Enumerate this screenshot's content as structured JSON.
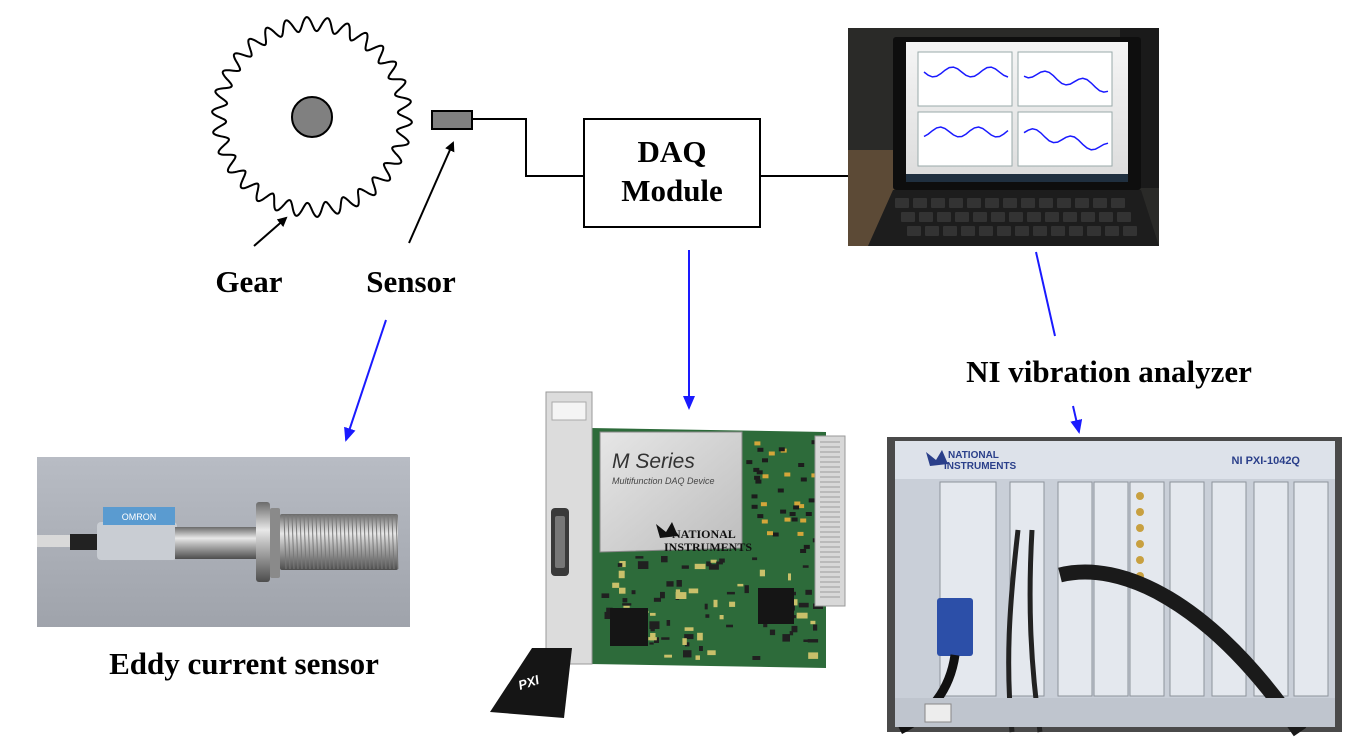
{
  "labels": {
    "gear": "Gear",
    "sensor": "Sensor",
    "daq_line1": "DAQ",
    "daq_line2": "Module",
    "ni_analyzer": "NI vibration analyzer",
    "eddy_sensor": "Eddy current sensor"
  },
  "photo_text": {
    "m_series": "M Series",
    "m_series_sub": "Multifunction DAQ Device",
    "ni_line1": "NATIONAL",
    "ni_line2": "INSTRUMENTS",
    "pxi": "PXI",
    "chassis_brand1": "NATIONAL",
    "chassis_brand2": "INSTRUMENTS",
    "chassis_model": "NI PXI-1042Q",
    "sensor_tag": "OMRON"
  },
  "colors": {
    "connector": "#000000",
    "arrow_blue": "#1a1aff",
    "hub": "#808080",
    "sensor_block": "#808080"
  }
}
